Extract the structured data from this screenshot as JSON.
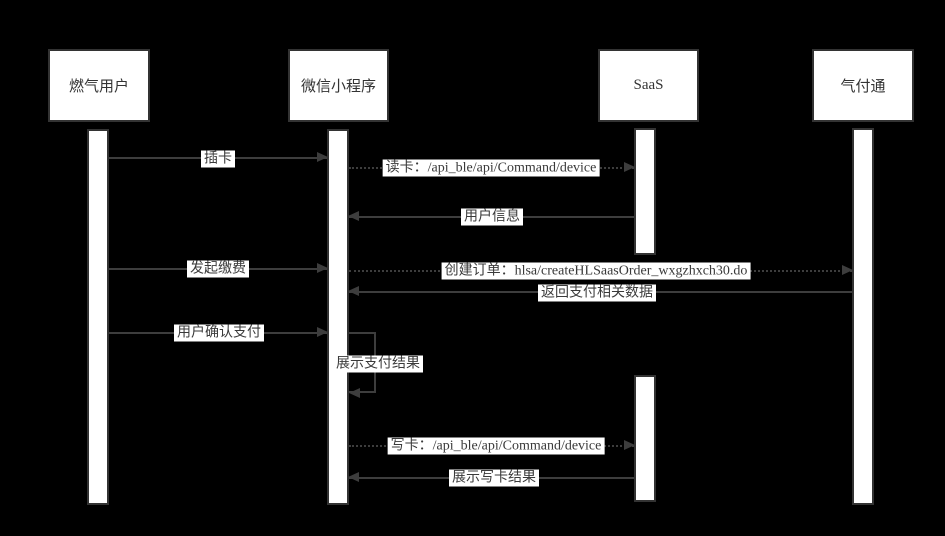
{
  "colors": {
    "background": "#000000",
    "line": "#3d3d3d",
    "box_fill": "#ffffff",
    "box_border": "#333333",
    "text": "#333333",
    "label_bg": "#ffffff"
  },
  "actors": [
    {
      "label": "燃气用户"
    },
    {
      "label": "微信小程序"
    },
    {
      "label": "SaaS"
    },
    {
      "label": "气付通"
    }
  ],
  "messages": [
    {
      "label": "插卡",
      "from": "燃气用户",
      "to": "微信小程序",
      "style": "solid"
    },
    {
      "label": "读卡：/api_ble/api/Command/device",
      "from": "微信小程序",
      "to": "SaaS",
      "style": "dotted"
    },
    {
      "label": "用户信息",
      "from": "SaaS",
      "to": "微信小程序",
      "style": "solid"
    },
    {
      "label": "发起缴费",
      "from": "燃气用户",
      "to": "微信小程序",
      "style": "solid"
    },
    {
      "label": "创建订单：hlsa/createHLSaasOrder_wxgzhxch30.do",
      "from": "微信小程序",
      "to": "气付通",
      "style": "dotted"
    },
    {
      "label": "返回支付相关数据",
      "from": "气付通",
      "to": "微信小程序",
      "style": "solid"
    },
    {
      "label": "用户确认支付",
      "from": "燃气用户",
      "to": "微信小程序",
      "style": "solid"
    },
    {
      "label": "展示支付结果",
      "from": "微信小程序",
      "to": "微信小程序",
      "style": "self"
    },
    {
      "label": "写卡：/api_ble/api/Command/device",
      "from": "微信小程序",
      "to": "SaaS",
      "style": "dotted"
    },
    {
      "label": "展示写卡结果",
      "from": "SaaS",
      "to": "微信小程序",
      "style": "solid"
    }
  ]
}
